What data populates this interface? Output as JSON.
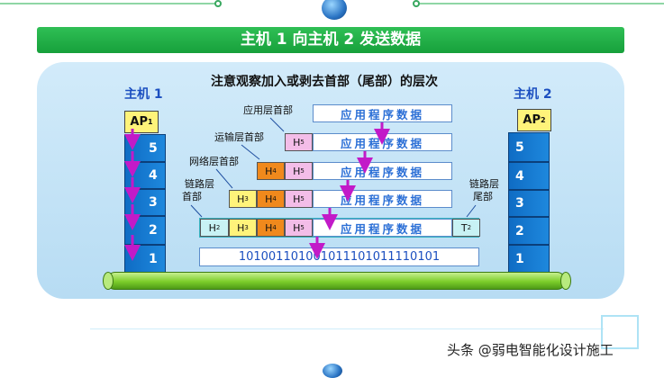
{
  "banner": {
    "title": "主机 1 向主机 2 发送数据"
  },
  "subtitle": "注意观察加入或剥去首部（尾部）的层次",
  "host1": {
    "label": "主机 1",
    "ap": {
      "main": "AP",
      "sub": "1"
    },
    "layers": [
      "5",
      "4",
      "3",
      "2",
      "1"
    ]
  },
  "host2": {
    "label": "主机 2",
    "ap": {
      "main": "AP",
      "sub": "2"
    },
    "layers": [
      "5",
      "4",
      "3",
      "2",
      "1"
    ]
  },
  "rows": {
    "data_text": "应用程序数据",
    "labels": {
      "app_header": "应用层首部",
      "transport_header": "运输层首部",
      "network_header": "网络层首部",
      "link_header_line1": "链路层",
      "link_header_line2": "首部",
      "link_trailer_line1": "链路层",
      "link_trailer_line2": "尾部"
    },
    "headers": {
      "h5": {
        "main": "H",
        "sub": "5"
      },
      "h4": {
        "main": "H",
        "sub": "4"
      },
      "h3": {
        "main": "H",
        "sub": "3"
      },
      "h2": {
        "main": "H",
        "sub": "2"
      },
      "t2": {
        "main": "T",
        "sub": "2"
      }
    },
    "bits": "101001101001011101011110101"
  },
  "watermark": "头条 @弱电智能化设计施工",
  "colors": {
    "banner": "#17a03b",
    "panel": "#c5e4f7",
    "stack": "#1478d0",
    "arrow": "#c21ac8",
    "h5": "#f3bde8",
    "h4": "#f0891c",
    "h3": "#fff37a",
    "h2": "#c8f2f4",
    "cable": "#7ccd2a"
  },
  "icons": [
    "globe-icon",
    "down-arrow-icon"
  ]
}
